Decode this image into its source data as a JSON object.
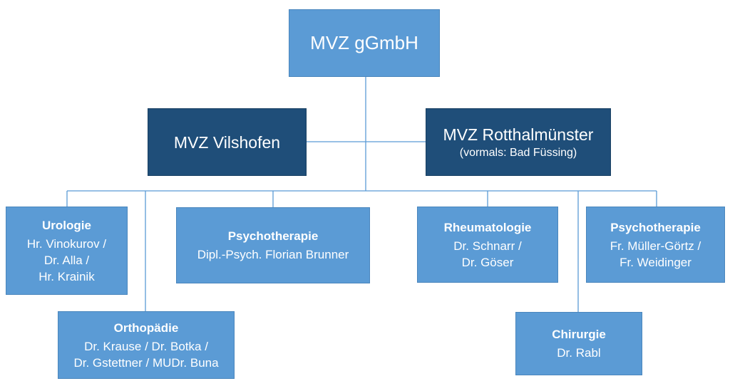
{
  "root": {
    "title": "MVZ gGmbH"
  },
  "centers": [
    {
      "title": "MVZ Vilshofen",
      "subtitle": ""
    },
    {
      "title": "MVZ Rotthalmünster",
      "subtitle": "(vormals: Bad Füssing)"
    }
  ],
  "departments": [
    {
      "title": "Urologie",
      "lines": [
        "Hr. Vinokurov /",
        "Dr. Alla /",
        "Hr. Krainik"
      ]
    },
    {
      "title": "Orthopädie",
      "lines": [
        "Dr. Krause / Dr. Botka /",
        "Dr. Gstettner / MUDr. Buna"
      ]
    },
    {
      "title": "Psychotherapie",
      "lines": [
        "Dipl.-Psych. Florian Brunner"
      ]
    },
    {
      "title": "Rheumatologie",
      "lines": [
        "Dr. Schnarr /",
        "Dr. Göser"
      ]
    },
    {
      "title": "Chirurgie",
      "lines": [
        "Dr. Rabl"
      ]
    },
    {
      "title": "Psychotherapie",
      "lines": [
        "Fr. Müller-Görtz /",
        "Fr. Weidinger"
      ]
    }
  ],
  "colors": {
    "light_box": "#5b9bd5",
    "dark_box": "#1f4e79",
    "connector": "#5b9bd5"
  }
}
